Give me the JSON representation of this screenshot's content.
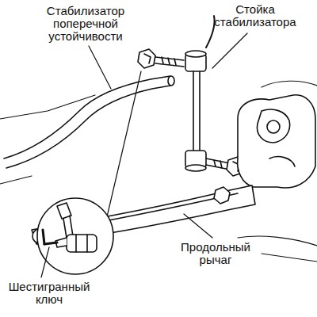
{
  "diagram": {
    "labels": [
      "Стабилизатор поперечной устойчивости",
      "Стойка стабилизатора",
      "Продольный рычаг",
      "Шестигранный ключ"
    ]
  }
}
